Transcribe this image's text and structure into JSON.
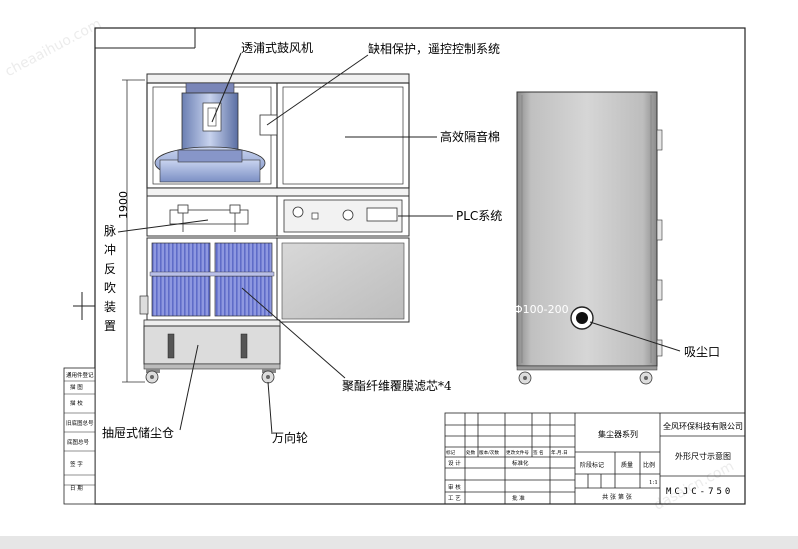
{
  "labels": {
    "blower": "透浦式鼓风机",
    "phase_protect": "缺相保护，遥控控制系统",
    "sound_cotton": "高效隔音棉",
    "plc": "PLC系统",
    "pulse": "脉冲反吹装置",
    "filter": "聚酯纤维覆膜滤芯*4",
    "drawer": "抽屉式储尘仓",
    "caster": "万向轮",
    "suction": "吸尘口",
    "height_dim": "1900",
    "diameter_dim": "Φ100-200"
  },
  "left_strip": [
    "通用件登记",
    "描 图",
    "描 校",
    "旧底图总号",
    "底图总号",
    "签 字",
    "日 期"
  ],
  "title_block": {
    "series": "集尘器系列",
    "company": "全风环保科技有限公司",
    "drawing_title": "外形尺寸示意图",
    "drawing_no": "MCJC-750",
    "rev_headers": [
      "标记",
      "处数",
      "版本/次数",
      "更改文件号",
      "签 名",
      "年.月.日"
    ],
    "design": "设 计",
    "standardize": "标准化",
    "stage": "阶段标记",
    "mass": "质量",
    "scale": "比例",
    "scale_value": "1:1",
    "review": "审 核",
    "process": "工 艺",
    "approve": "批 准",
    "sheet": "共  张  第  张"
  },
  "watermarks": [
    "cheaaihuo.com",
    "dasaicn.com"
  ]
}
